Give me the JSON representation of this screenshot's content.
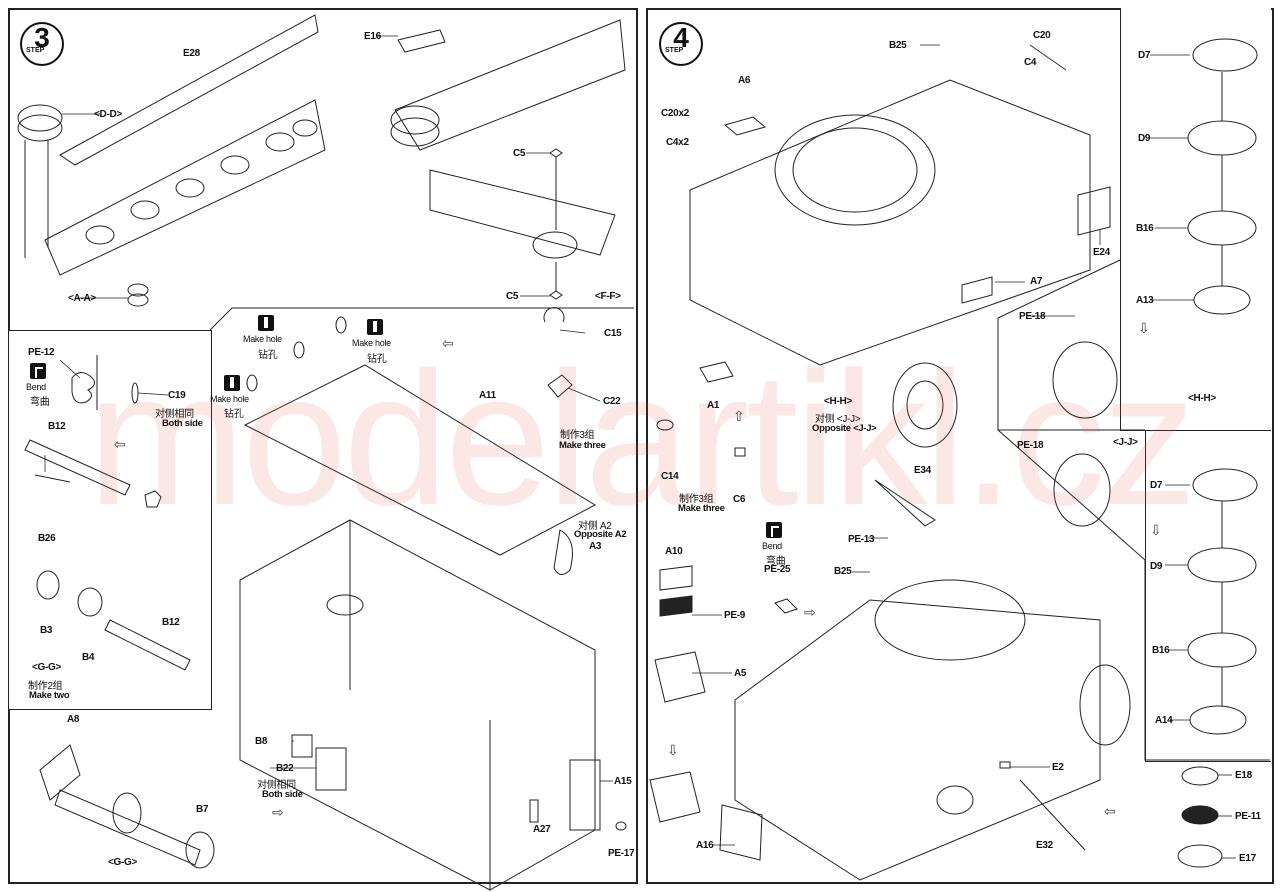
{
  "watermark": "modelartikl.cz",
  "step3": {
    "step_word": "STEP",
    "step_number": "3",
    "labels": {
      "e28": "E28",
      "dd": "<D-D>",
      "aa": "<A-A>",
      "e16": "E16",
      "c5_top": "C5",
      "c5_bottom": "C5",
      "ff": "<F-F>",
      "pe12": "PE-12",
      "bend_en": "Bend",
      "bend_cn": "弯曲",
      "c19": "C19",
      "both_side_cn": "对侧相同",
      "both_side_en": "Both side",
      "b12_a": "B12",
      "b26": "B26",
      "b3": "B3",
      "b4": "B4",
      "b12_b": "B12",
      "gg_a": "<G-G>",
      "make_two_cn": "制作2组",
      "make_two_en": "Make two",
      "a8": "A8",
      "b7": "B7",
      "gg_b": "<G-G>",
      "make_hole_1_en": "Make hole",
      "make_hole_1_cn": "钻孔",
      "make_hole_2_en": "Make hole",
      "make_hole_2_cn": "钻孔",
      "make_hole_3_en": "Make hole",
      "make_hole_3_cn": "钻孔",
      "a11": "A11",
      "c15": "C15",
      "c22": "C22",
      "make_three_cn": "制作3组",
      "make_three_en": "Make three",
      "opposite_a2_cn": "对侧 A2",
      "opposite_a2_en": "Opposite A2",
      "a3": "A3",
      "b8": "B8",
      "b22": "B22",
      "both_side2_cn": "对侧相同",
      "both_side2_en": "Both side",
      "a27": "A27",
      "a15": "A15",
      "pe17": "PE-17"
    }
  },
  "step4": {
    "step_word": "STEP",
    "step_number": "4",
    "labels": {
      "b25_top": "B25",
      "c20": "C20",
      "c4": "C4",
      "a6": "A6",
      "c20x2": "C20x2",
      "c4x2": "C4x2",
      "e24": "E24",
      "a7": "A7",
      "a1": "A1",
      "hh": "<H-H>",
      "opposite_jj_cn": "对侧 <J-J>",
      "opposite_jj_en": "Opposite <J-J>",
      "c14": "C14",
      "c6": "C6",
      "make_three_cn": "制作3组",
      "make_three_en": "Make three",
      "e34": "E34",
      "pe13": "PE-13",
      "bend_en": "Bend",
      "bend_cn": "弯曲",
      "pe25": "PE-25",
      "b25_bottom": "B25",
      "a10": "A10",
      "pe9": "PE-9",
      "a5": "A5",
      "a16": "A16",
      "e2": "E2",
      "e32": "E32",
      "d7_a": "D7",
      "d9_a": "D9",
      "b16_a": "B16",
      "a13": "A13",
      "pe18_a": "PE-18",
      "hh_b": "<H-H>",
      "pe18_b": "PE-18",
      "jj": "<J-J>",
      "d7_b": "D7",
      "d9_b": "D9",
      "b16_b": "B16",
      "a14": "A14",
      "e18": "E18",
      "pe11": "PE-11",
      "e17": "E17"
    }
  }
}
